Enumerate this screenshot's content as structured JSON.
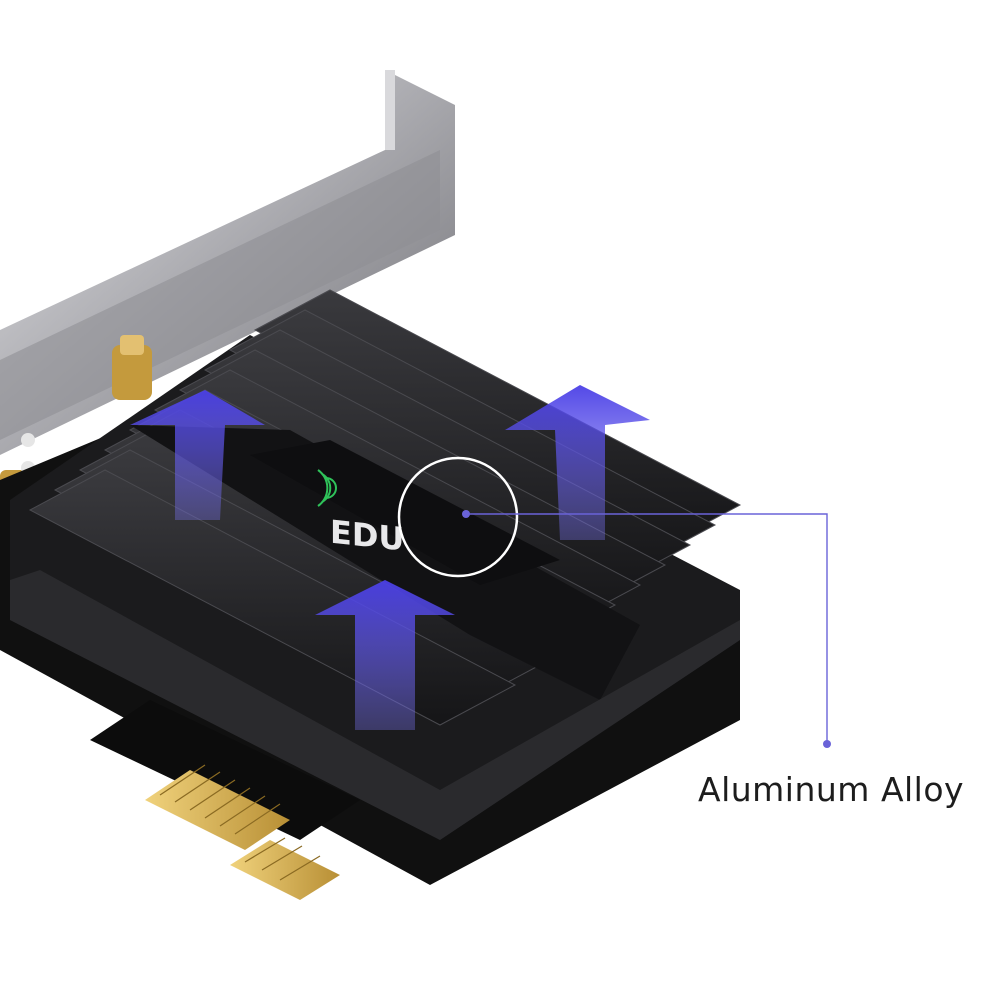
{
  "callout": {
    "label": "Aluminum Alloy",
    "line_color": "#6a63d8"
  },
  "card": {
    "logo_text": "EDU",
    "logo_accent_color": "#2fc25a"
  },
  "airflow_arrows": {
    "color": "#5a4fe0",
    "count": 3
  },
  "colors": {
    "heatsink": "#1e1e20",
    "pcb": "#121212",
    "bracket": "#b9b9bd",
    "gold_contacts": "#d6b25a"
  }
}
